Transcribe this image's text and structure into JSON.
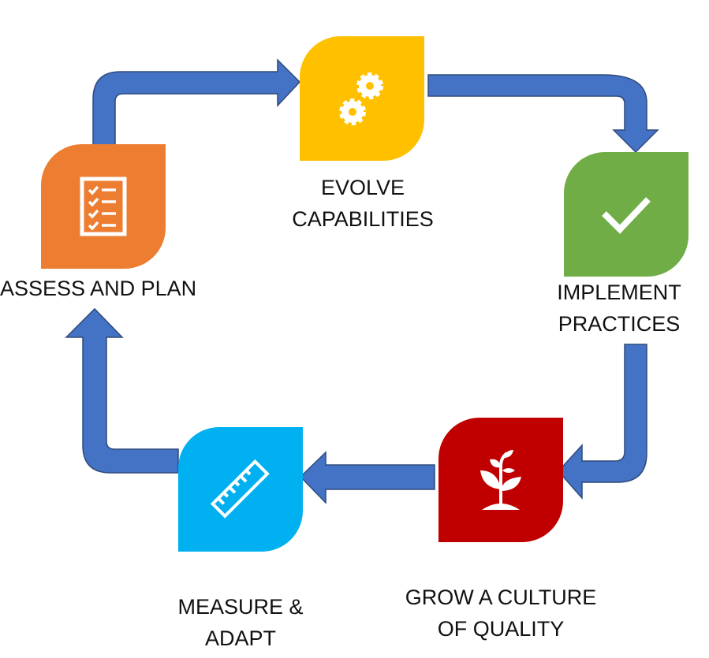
{
  "steps": [
    {
      "label_lines": [
        "ASSESS AND PLAN"
      ],
      "icon": "checklist-icon",
      "color": "#ED7D31"
    },
    {
      "label_lines": [
        "EVOLVE",
        "CAPABILITIES"
      ],
      "icon": "gears-icon",
      "color": "#FFC000"
    },
    {
      "label_lines": [
        "IMPLEMENT",
        "PRACTICES"
      ],
      "icon": "checkmark-icon",
      "color": "#70AD47"
    },
    {
      "label_lines": [
        "GROW A CULTURE",
        "OF QUALITY"
      ],
      "icon": "plant-icon",
      "color": "#C00000"
    },
    {
      "label_lines": [
        "MEASURE &",
        "ADAPT"
      ],
      "icon": "ruler-icon",
      "color": "#00B0F0"
    }
  ],
  "arrow_color": "#4472C4"
}
